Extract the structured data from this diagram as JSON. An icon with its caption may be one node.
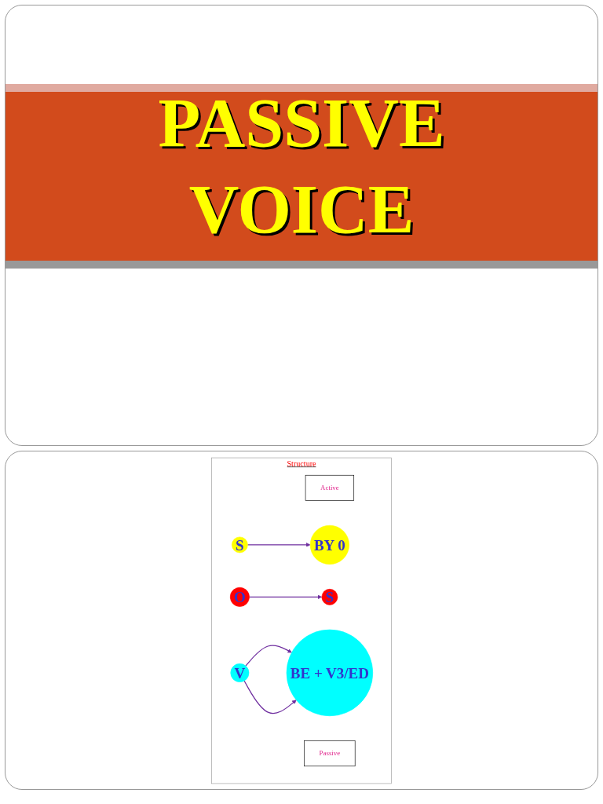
{
  "diagram": {
    "title": "PASSIVE VOICE",
    "nodes": [
      {
        "text": [
          "Structure"
        ]
      },
      {
        "text": [
          "Active"
        ],
        "in": 0
      },
      {
        "text": [
          "S"
        ],
        "in": 0
      },
      {
        "text": [
          "V"
        ],
        "in": 0
      },
      {
        "text": [
          "O"
        ],
        "in": 0
      },
      {
        "text": [
          "Passive"
        ],
        "in": 0
      },
      {
        "text": [
          "S"
        ],
        "in": 0
      },
      {
        "text": [
          "BE + V3/ED"
        ],
        "in": 0
      },
      {
        "text": [
          "BY 0"
        ],
        "in": 0
      }
    ],
    "edges": [
      {
        "from": 2,
        "to": 8,
        "arrow": "to"
      },
      {
        "from": 4,
        "to": 6,
        "arrow": "to"
      },
      {
        "from": 3,
        "to": 7,
        "arrow": "to"
      },
      {
        "from": 3,
        "to": 7,
        "arrow": "to"
      }
    ]
  }
}
